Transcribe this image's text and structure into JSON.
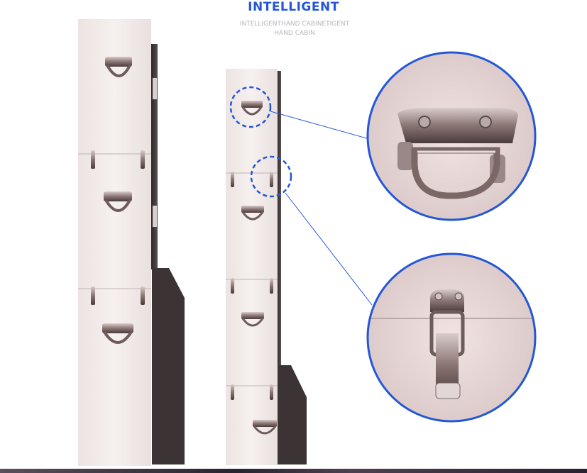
{
  "header": {
    "title": "INTELLIGENT",
    "subtitle_line1": "INTELLIGENTHAND CABINETIGENT",
    "subtitle_line2": "HAND CABIN"
  },
  "colors": {
    "accent": "#2457d6",
    "box_face": "#f3ecec",
    "box_shadow": "#3a3434",
    "metal": "#8a7a78"
  }
}
